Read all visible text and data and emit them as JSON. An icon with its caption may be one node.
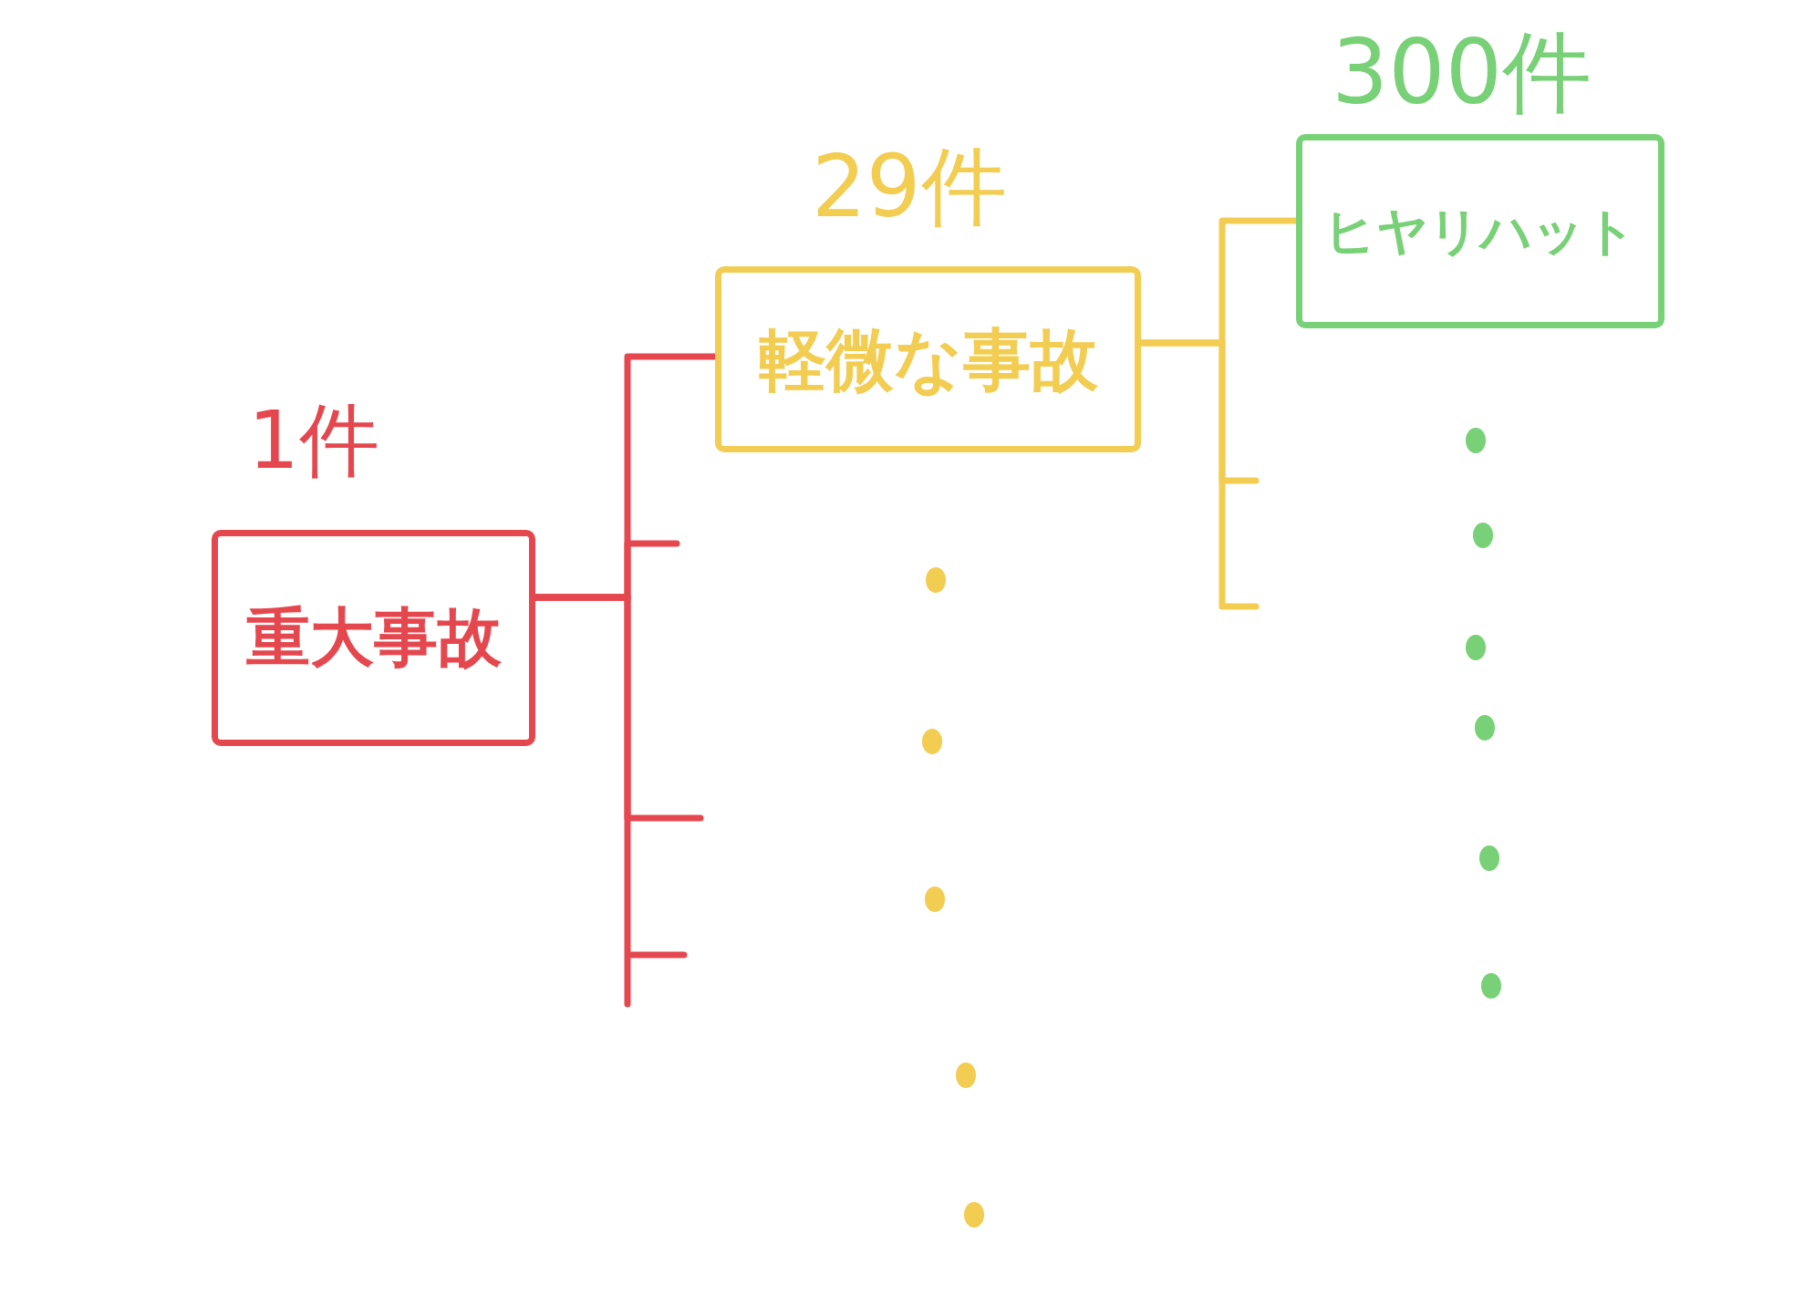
{
  "diagram": {
    "nodes": [
      {
        "text": [
          "重大事故"
        ],
        "beside": [
          "1件"
        ]
      },
      {
        "text": [
          "軽微な事故"
        ],
        "beside": [
          "29件"
        ]
      },
      {
        "text": [
          "ヒヤリハット"
        ],
        "beside": [
          "300件"
        ]
      }
    ],
    "edges": [
      {
        "from": 0,
        "to": 1,
        "arrow": "none"
      },
      {
        "from": 0,
        "to": null,
        "arrow": "none"
      },
      {
        "from": 0,
        "to": null,
        "arrow": "none"
      },
      {
        "from": 0,
        "to": null,
        "arrow": "none"
      },
      {
        "from": 1,
        "to": 2,
        "arrow": "none",
        "color": "#f2cd52"
      },
      {
        "from": 1,
        "to": null,
        "arrow": "none",
        "color": "#f2cd52"
      },
      {
        "from": 1,
        "to": null,
        "arrow": "none",
        "color": "#f2cd52"
      }
    ]
  }
}
